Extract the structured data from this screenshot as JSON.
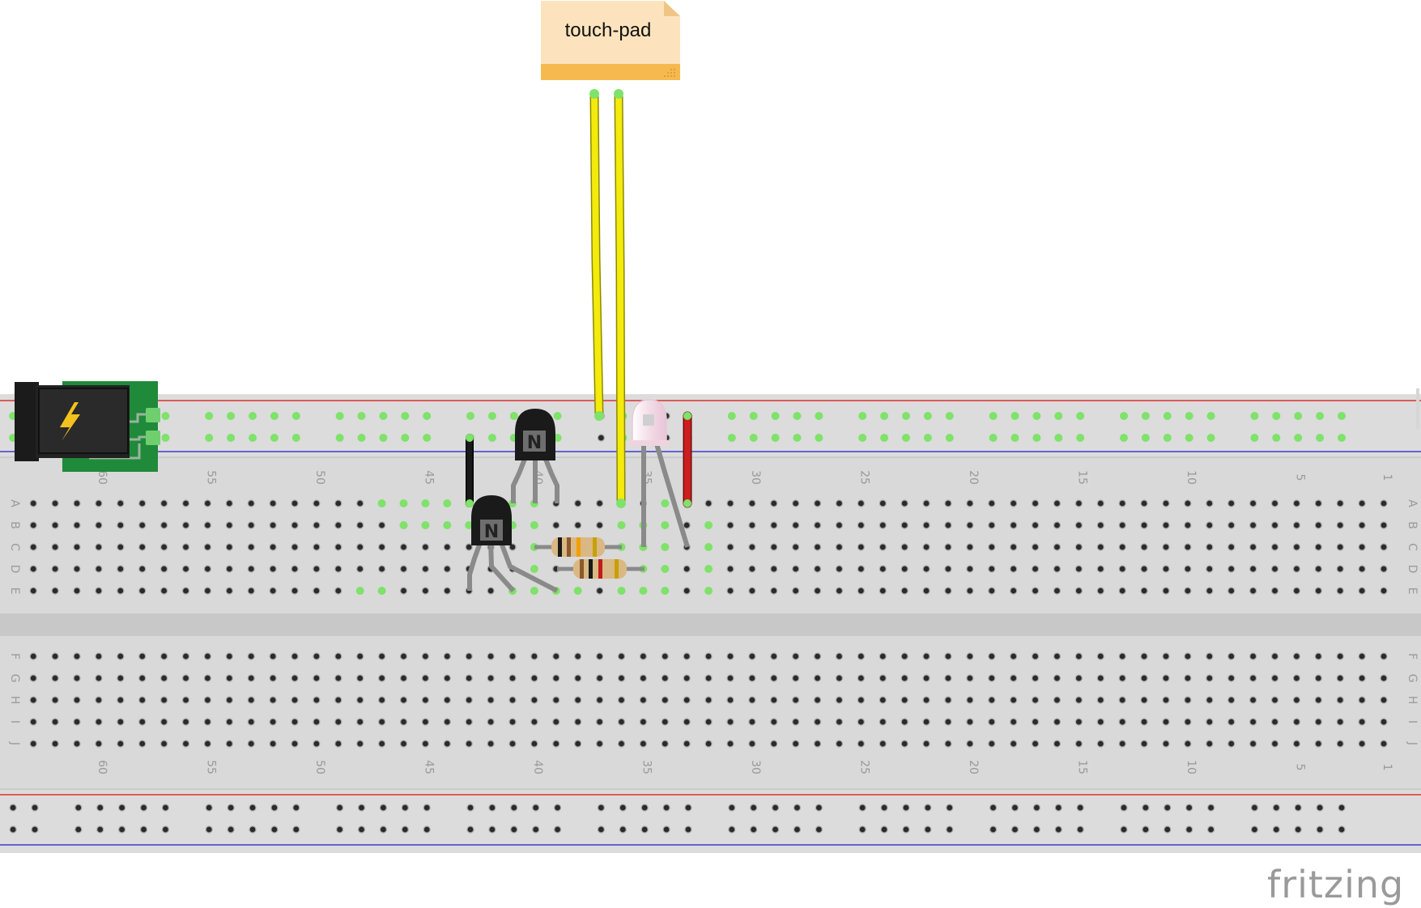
{
  "note": {
    "label": "touch-pad"
  },
  "logo": {
    "text": "fritzing"
  },
  "breadboard": {
    "column_numbers": [
      "60",
      "55",
      "50",
      "45",
      "40",
      "35",
      "30",
      "25",
      "20",
      "15",
      "10",
      "5",
      "1"
    ],
    "row_letters_top": [
      "A",
      "B",
      "C",
      "D",
      "E"
    ],
    "row_letters_bottom": [
      "F",
      "G",
      "H",
      "I",
      "J"
    ]
  },
  "components": {
    "power_jack_icon": "lightning-bolt-icon",
    "transistor_marking": "N",
    "transistor_count": 2,
    "resistor_count": 2,
    "led_color": "#f3dce8"
  },
  "colors": {
    "wire_yellow": "#f4ea0c",
    "wire_red": "#cc1e1e",
    "wire_black": "#1a1a1a",
    "rail_red": "#e03030",
    "rail_blue": "#3b3bd0",
    "connected_hole": "#7fe26a",
    "note_fill": "#fde3bd",
    "note_band": "#f6b94f",
    "pcb_green": "#1f8a3a"
  }
}
